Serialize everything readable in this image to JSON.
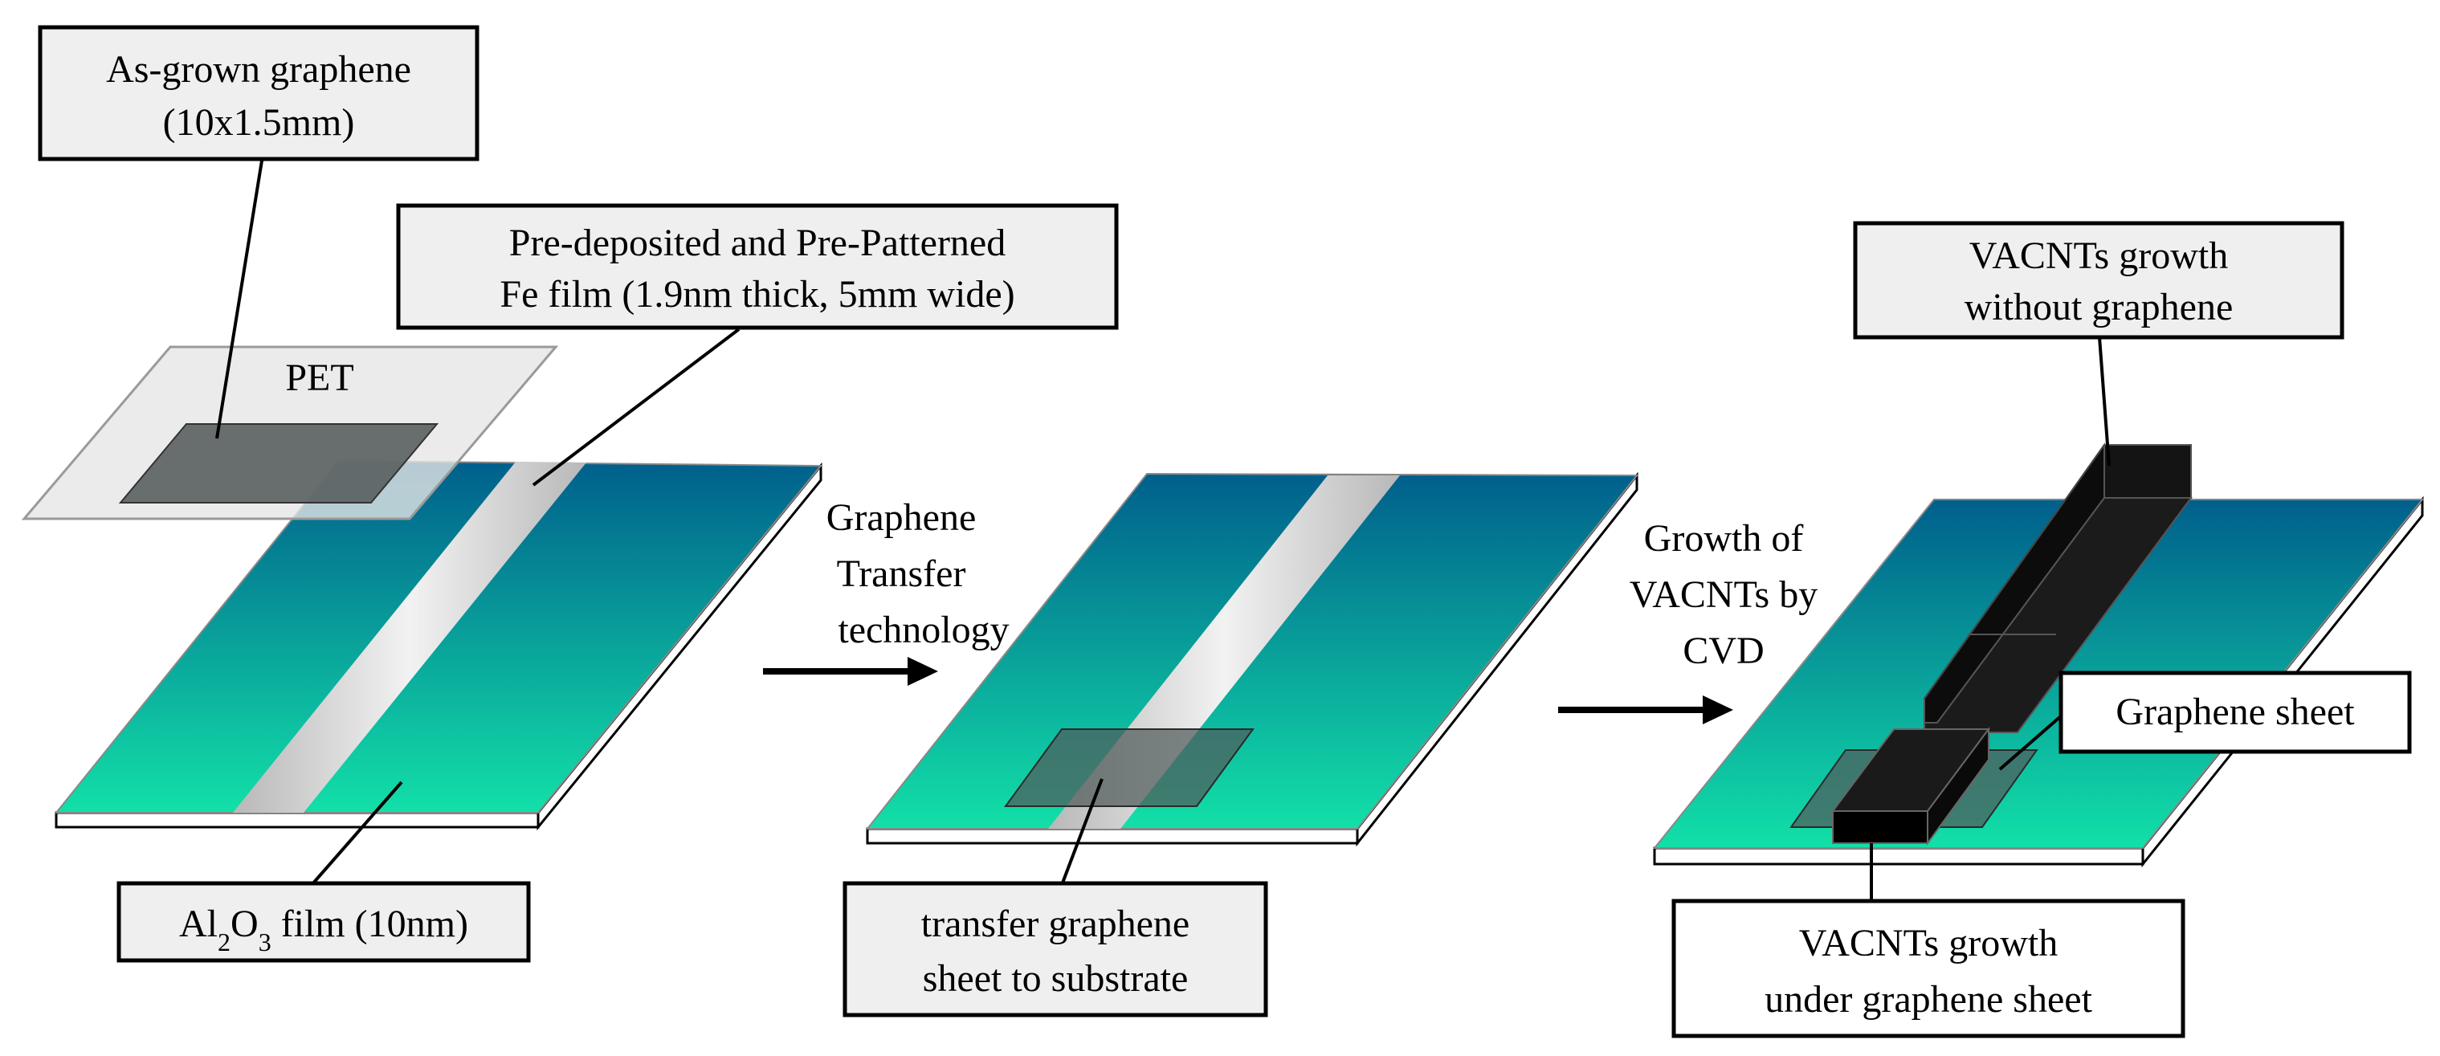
{
  "labels": {
    "as_grown": {
      "line1": "As-grown graphene",
      "line2": "(10x1.5mm)"
    },
    "pet": "PET",
    "fe_film": {
      "line1": "Pre-deposited and Pre-Patterned",
      "line2": "Fe film  (1.9nm thick, 5mm wide)"
    },
    "al2o3": {
      "al": "Al",
      "sub1": "2",
      "o": "O",
      "sub2": "3",
      "rest": " film  (10nm)"
    },
    "transfer_step": {
      "line1": "Graphene",
      "line2": "Transfer",
      "line3": "technology"
    },
    "transfer_sheet": {
      "line1": "transfer graphene",
      "line2": "sheet to substrate"
    },
    "growth_step": {
      "line1": "Growth of",
      "line2": "VACNTs by",
      "line3": "CVD"
    },
    "vacnt_without": {
      "line1": "VACNTs growth",
      "line2": "without graphene"
    },
    "graphene_sheet": "Graphene sheet",
    "vacnt_under": {
      "line1": "VACNTs growth",
      "line2": "under graphene sheet"
    }
  },
  "colors": {
    "substrate_top": "#005f8c",
    "substrate_bottom": "#12e0a8",
    "fe_stripe": "#e6e6e6",
    "graphene": "#505a5a",
    "pet": "#e6e6e6",
    "vacnt": "#111111",
    "label_box": "#efefef"
  }
}
